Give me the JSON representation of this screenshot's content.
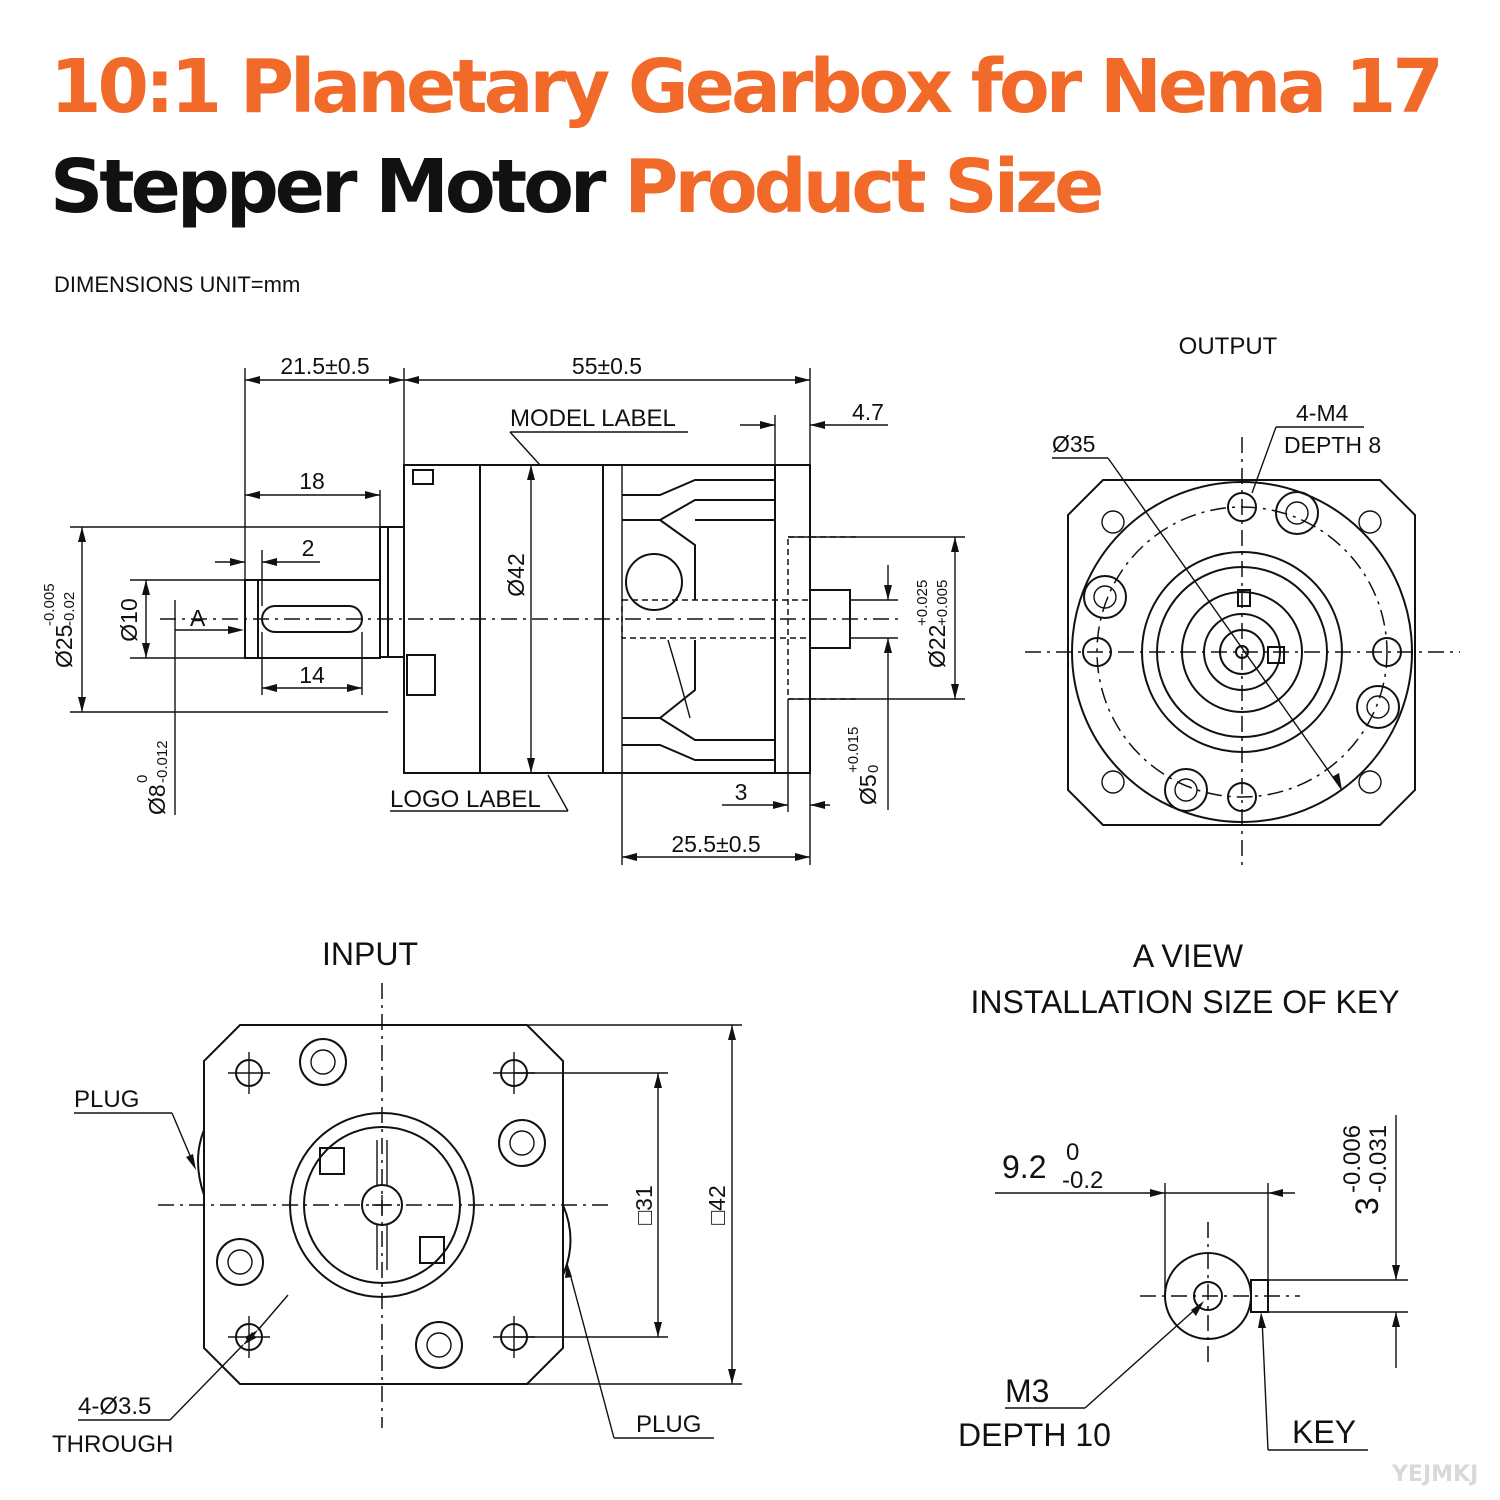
{
  "header": {
    "title_line1": "10:1 Planetary Gearbox for Nema 17",
    "title_line2_a": "Stepper Motor ",
    "title_line2_b": "Product Size",
    "accent_color": "#f26a2a",
    "text_color": "#111111"
  },
  "units_note": "DIMENSIONS UNIT=mm",
  "side_view": {
    "dim_21_5": "21.5±0.5",
    "dim_55": "55±0.5",
    "dim_4_7": "4.7",
    "dim_18": "18",
    "dim_2": "2",
    "dim_14": "14",
    "dim_3": "3",
    "dim_25_5": "25.5±0.5",
    "model_label": "MODEL LABEL",
    "logo_label": "LOGO LABEL",
    "dia_42": "Ø42",
    "dia_10": "Ø10",
    "arrow_a": "A",
    "dia_25": "Ø25",
    "dia_25_tol_upper": "-0.005",
    "dia_25_tol_lower": "-0.02",
    "dia_8": "Ø8",
    "dia_8_tol_upper": "0",
    "dia_8_tol_lower": "-0.012",
    "dia_22": "Ø22",
    "dia_22_tol_upper": "+0.025",
    "dia_22_tol_lower": "+0.005",
    "dia_5": "Ø5",
    "dia_5_tol_upper": "+0.015",
    "dia_5_tol_lower": "0"
  },
  "output_view": {
    "title": "OUTPUT",
    "dia_35": "Ø35",
    "thread": "4-M4",
    "depth": "DEPTH 8"
  },
  "input_view": {
    "title": "INPUT",
    "plug_left": "PLUG",
    "plug_right": "PLUG",
    "holes": "4-Ø3.5",
    "through": "THROUGH",
    "sq31": "□31",
    "sq42": "□42"
  },
  "a_view": {
    "title": "A VIEW",
    "subtitle": "INSTALLATION SIZE OF KEY",
    "dim_9_2": "9.2",
    "dim_9_2_tol_upper": "0",
    "dim_9_2_tol_lower": "-0.2",
    "dim_3": "3",
    "dim_3_tol_upper": "-0.006",
    "dim_3_tol_lower": "-0.031",
    "m3": "M3",
    "depth": "DEPTH 10",
    "key": "KEY"
  },
  "watermark": "YEJMKJ"
}
